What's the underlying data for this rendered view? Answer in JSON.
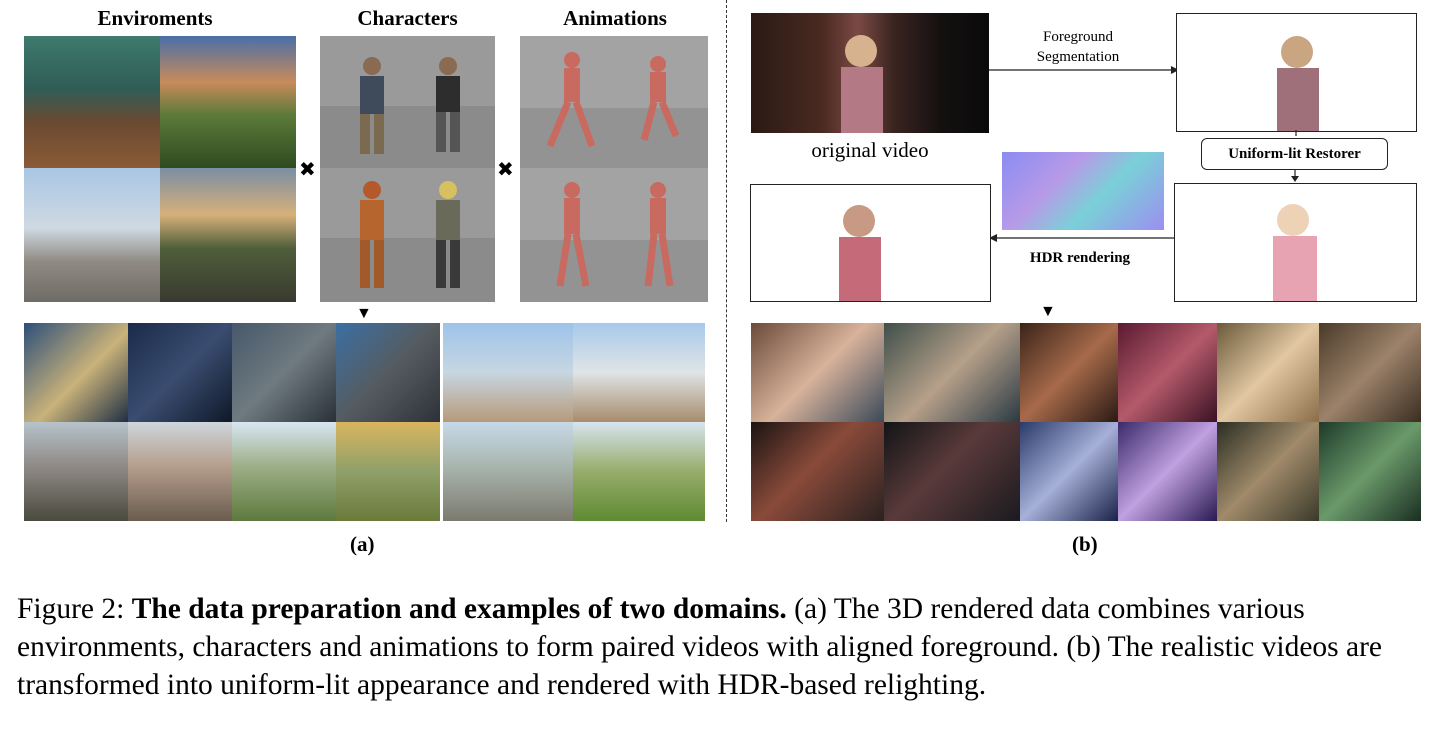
{
  "panel_a": {
    "headers": {
      "environments": "Enviroments",
      "characters": "Characters",
      "animations": "Animations"
    },
    "times_glyph": "✖",
    "label": "(a)"
  },
  "panel_b": {
    "foreground_segmentation": "Foreground\nSegmentation",
    "original_video": "original video",
    "uniform_lit_restorer": "Uniform-lit Restorer",
    "hdr_rendering": "HDR rendering",
    "label": "(b)"
  },
  "caption": {
    "prefix": "Figure 2: ",
    "title": "The data preparation and examples of two domains.",
    "body": " (a) The 3D rendered data combines various environments, characters and animations to form paired videos with aligned foreground. (b) The realistic videos are transformed into uniform-lit appearance and rendered with HDR-based relighting."
  }
}
